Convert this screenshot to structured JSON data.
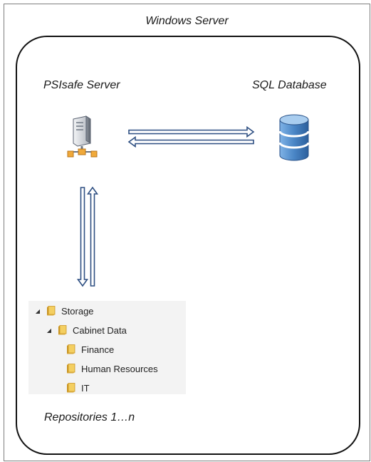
{
  "diagram": {
    "outer_title": "Windows Server",
    "server_label": "PSIsafe Server",
    "database_label": "SQL Database",
    "repositories_label": "Repositories 1…n",
    "colors": {
      "arrow_fill": "#ffffff",
      "arrow_stroke": "#2e4f82",
      "container_border": "#111111",
      "frame_border": "#7f7f7f",
      "tree_background": "#f3f3f3",
      "folder": "#e7b53a",
      "database": "#4a86c6"
    }
  },
  "tree": {
    "items": [
      {
        "label": "Storage",
        "level": 0,
        "expanded": true,
        "icon": "folder-icon"
      },
      {
        "label": "Cabinet Data",
        "level": 1,
        "expanded": true,
        "icon": "folder-icon"
      },
      {
        "label": "Finance",
        "level": 2,
        "icon": "folder-icon"
      },
      {
        "label": "Human Resources",
        "level": 2,
        "icon": "folder-icon"
      },
      {
        "label": "IT",
        "level": 2,
        "icon": "folder-icon"
      }
    ]
  }
}
